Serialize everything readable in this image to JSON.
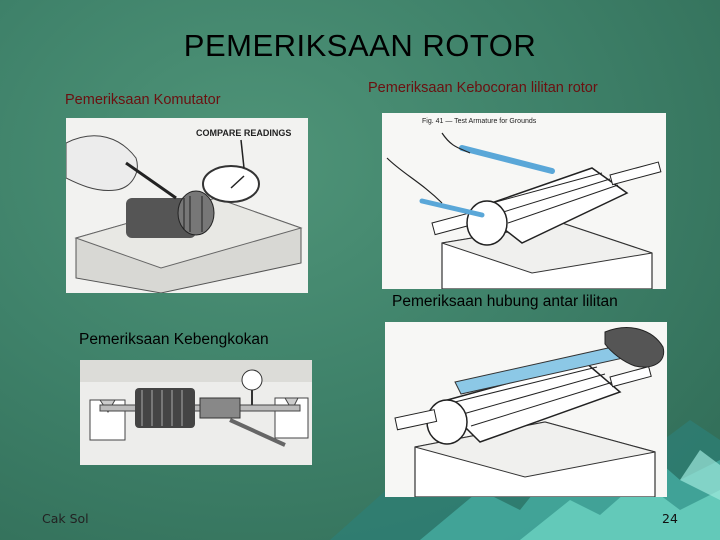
{
  "slide": {
    "title": "PEMERIKSAAN ROTOR",
    "author": "Cak Sol",
    "page_number": "24"
  },
  "panels": {
    "commutator": {
      "label": "Pemeriksaan Komutator",
      "photo_caption": "COMPARE READINGS"
    },
    "leakage": {
      "label": "Pemeriksaan Kebocoran lilitan rotor",
      "photo_caption": "Fig. 41 — Test Armature for Grounds"
    },
    "short": {
      "label": "Pemeriksaan hubung antar lilitan"
    },
    "bend": {
      "label": "Pemeriksaan Kebengkokan"
    }
  },
  "colors": {
    "background": "#3f826a",
    "label_dark_red": "#6b1010",
    "title": "#000000",
    "mountain_light": "#6fd6c4"
  }
}
